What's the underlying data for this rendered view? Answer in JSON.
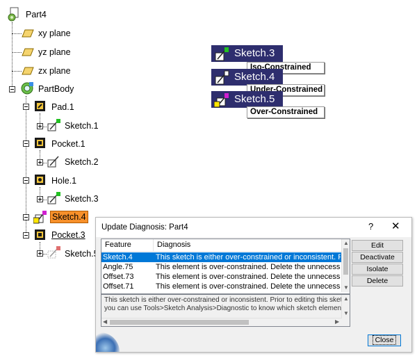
{
  "tree": {
    "root": "Part4",
    "planes": [
      "xy plane",
      "yz plane",
      "zx plane"
    ],
    "body": "PartBody",
    "features": [
      {
        "label": "Pad.1",
        "child": "Sketch.1"
      },
      {
        "label": "Pocket.1",
        "child": "Sketch.2"
      },
      {
        "label": "Hole.1",
        "child": "Sketch.3"
      },
      {
        "label": "Sketch.4",
        "state": "selected"
      },
      {
        "label": "Pocket.3",
        "child": "Sketch.5"
      }
    ]
  },
  "legend": [
    {
      "name": "Sketch.3",
      "status": "Iso-Constrained",
      "flag_color": "#22c022"
    },
    {
      "name": "Sketch.4",
      "status": "Under-Constrained",
      "flag_color": "#ffffff"
    },
    {
      "name": "Sketch.5",
      "status": "Over-Constrained",
      "flag_color": "#d020d0"
    }
  ],
  "dialog": {
    "title": "Update Diagnosis: Part4",
    "help": "?",
    "close_glyph": "✕",
    "columns": [
      "Feature",
      "Diagnosis"
    ],
    "rows": [
      {
        "feature": "Sketch.4",
        "diagnosis": "This sketch is either over-constrained or inconsistent. Prior to ed...",
        "selected": true
      },
      {
        "feature": "Angle.75",
        "diagnosis": "This element is over-constrained. Delete the unnecessary constr..."
      },
      {
        "feature": "Offset.73",
        "diagnosis": "This element is over-constrained. Delete the unnecessary constr..."
      },
      {
        "feature": "Offset.71",
        "diagnosis": "This element is over-constrained. Delete the unnecessary constr..."
      }
    ],
    "buttons": [
      "Edit",
      "Deactivate",
      "Isolate",
      "Delete"
    ],
    "detail_lines": [
      "This sketch is either over-constrained or inconsistent. Prior to editing this sketch,",
      "you can use Tools>Sketch Analysis>Diagnostic to know which sketch element causin"
    ],
    "close_label": "Close"
  },
  "colors": {
    "legend_bg": "#2e2e6e",
    "selection": "#0078d7",
    "tree_selected": "#f7902a"
  }
}
